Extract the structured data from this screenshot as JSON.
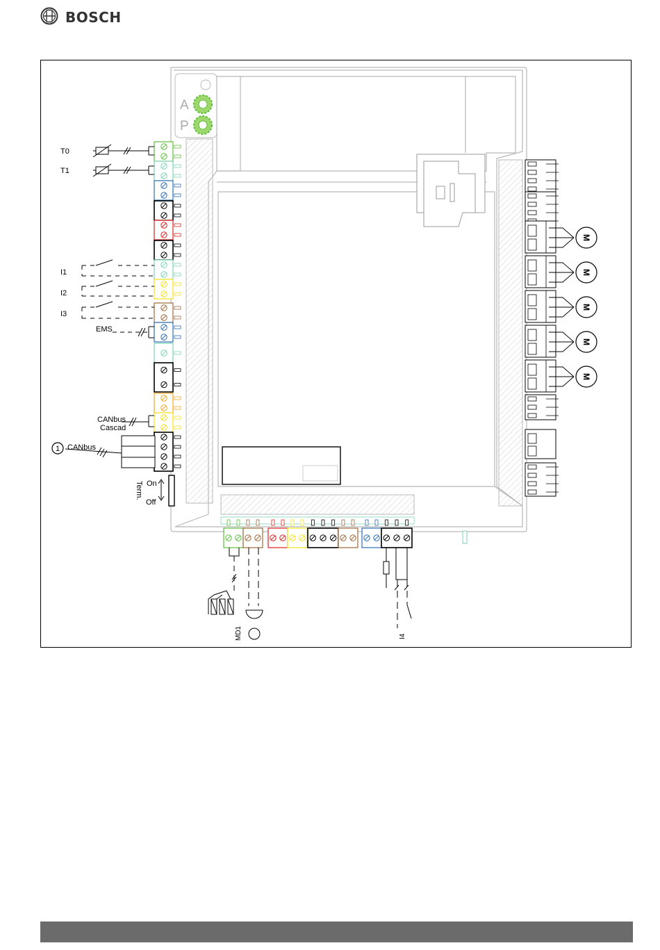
{
  "header": {
    "brand": "BOSCH",
    "logo_icon": "bosch-armature-icon"
  },
  "module": {
    "addr_switch_a": "A",
    "addr_switch_p": "P"
  },
  "terminals_left": {
    "t0": "T0",
    "t1": "T1",
    "i1": "I1",
    "i2": "I2",
    "i3": "I3",
    "ems": "EMS",
    "canbus_cascade_line1": "CANbus",
    "canbus_cascade_line2": "Cascad",
    "callout_number": "1",
    "canbus": "CANbus",
    "term_label": "Term.",
    "term_on": "On",
    "term_off": "Off"
  },
  "terminals_bottom": {
    "md1": "MD1",
    "i4": "I4"
  },
  "motor_symbol": "M",
  "colors": {
    "green": "#5cbf3b",
    "teal": "#7dd3b8",
    "blue": "#2d6db5",
    "red": "#e02020",
    "yellow": "#f2e21e",
    "orange": "#f5a623",
    "brown": "#a0683a",
    "black": "#000000",
    "footer": "#6b6b6b"
  }
}
